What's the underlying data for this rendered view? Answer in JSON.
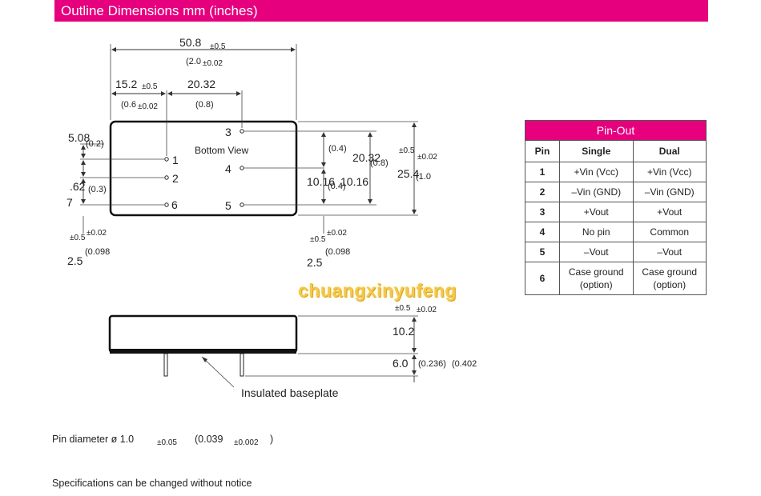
{
  "header": {
    "title": "Outline Dimensions mm (inches)"
  },
  "top_view": {
    "dim_width": "50.8",
    "dim_width_tol": "±0.5",
    "dim_width_in": "(2.0",
    "dim_width_in_tol": "±0.02",
    "dim_pin_off": "15.2",
    "dim_pin_off_tol": "±0.5",
    "dim_pin_off_in": "(0.6",
    "dim_pin_off_in_tol": "±0.02",
    "dim_pin_span": "20.32",
    "dim_pin_span_in": "(0.8)",
    "dim_top": "5.08",
    "dim_top_in": "(0.2)",
    "dim_pitch": ".62",
    "dim_pitch_in": "(0.3)",
    "dim_pitch_b": "7",
    "left_tol": "±0.5",
    "left_tol_in": "±0.02",
    "left_val": "2.5",
    "left_val_in": "(0.098",
    "mid_tol": "±0.5",
    "mid_tol_in": "±0.02",
    "mid_val": "2.5",
    "mid_val_in": "(0.098",
    "mid_04a": "(0.4)",
    "mid_1016a": "10.16",
    "mid_1016b": "10.16",
    "mid_04b": "(0.4)",
    "h_2032": "20.32",
    "h_08": "(0.8)",
    "h_tol": "±0.5",
    "h_tol_in": "±0.02",
    "h_254": "25.4",
    "h_10": "(1.0",
    "bottom_view": "Bottom View",
    "pins": {
      "p1": "1",
      "p2": "2",
      "p6": "6",
      "p3": "3",
      "p4": "4",
      "p5": "5"
    }
  },
  "side_view": {
    "tol": "±0.5",
    "tol_in": "±0.02",
    "h_102": "10.2",
    "h_60": "6.0",
    "h_60_in": "(0.236)",
    "h_102_in": "(0.402",
    "baseplate": "Insulated baseplate"
  },
  "watermark": "chuangxinyufeng",
  "pinout": {
    "title": "Pin-Out",
    "headers": [
      "Pin",
      "Single",
      "Dual"
    ],
    "rows": [
      {
        "pin": "1",
        "single": "+Vin (Vcc)",
        "dual": "+Vin (Vcc)"
      },
      {
        "pin": "2",
        "single": "–Vin (GND)",
        "dual": "–Vin (GND)"
      },
      {
        "pin": "3",
        "single": "+Vout",
        "dual": "+Vout"
      },
      {
        "pin": "4",
        "single": "No pin",
        "dual": "Common"
      },
      {
        "pin": "5",
        "single": "–Vout",
        "dual": "–Vout"
      },
      {
        "pin": "6",
        "single_a": "Case ground",
        "single_b": "(option)",
        "dual_a": "Case ground",
        "dual_b": "(option)"
      }
    ]
  },
  "notes": {
    "pin_dia": "Pin diameter ø 1.0",
    "pin_dia_tol": "±0.05",
    "pin_dia_in": "(0.039",
    "pin_dia_in_tol": "±0.002",
    "pin_dia_close": ")",
    "spec": "Specifications can be changed without notice"
  }
}
